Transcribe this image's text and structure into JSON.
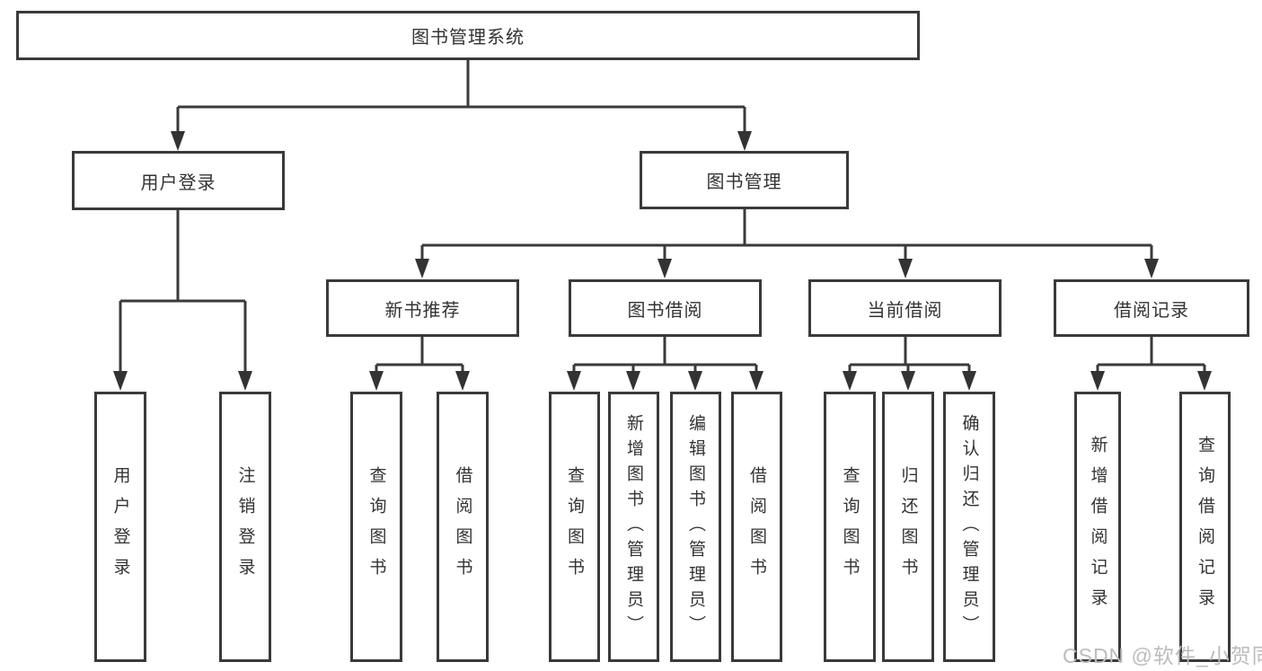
{
  "root": {
    "label": "图书管理系统"
  },
  "user_login": {
    "label": "用户登录",
    "leaves": [
      {
        "label": "用户登录"
      },
      {
        "label": "注销登录"
      }
    ]
  },
  "book_management": {
    "label": "图书管理",
    "sections": [
      {
        "label": "新书推荐",
        "leaves": [
          {
            "label": "查询图书"
          },
          {
            "label": "借阅图书"
          }
        ]
      },
      {
        "label": "图书借阅",
        "leaves": [
          {
            "label": "查询图书"
          },
          {
            "label": "新增图书（管理员）"
          },
          {
            "label": "编辑图书（管理员）"
          },
          {
            "label": "借阅图书"
          }
        ]
      },
      {
        "label": "当前借阅",
        "leaves": [
          {
            "label": "查询图书"
          },
          {
            "label": "归还图书"
          },
          {
            "label": "确认归还（管理员）"
          }
        ]
      },
      {
        "label": "借阅记录",
        "leaves": [
          {
            "label": "新增借阅记录"
          },
          {
            "label": "查询借阅记录"
          }
        ]
      }
    ]
  },
  "watermark": {
    "text": "CSDN @软件_小贺同学"
  },
  "colors": {
    "line": "#3a3a3a",
    "text": "#333333",
    "background": "#ffffff",
    "watermark": "#bcbcbc"
  }
}
